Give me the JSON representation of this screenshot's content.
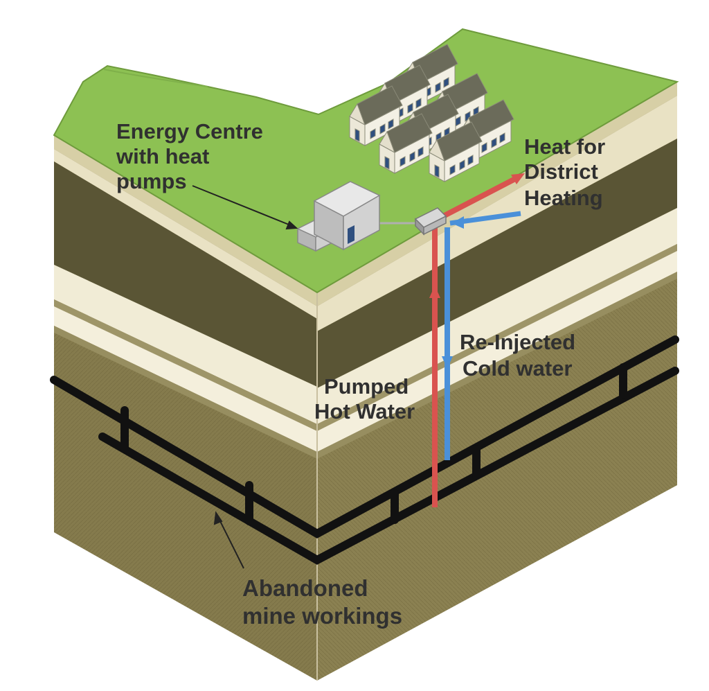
{
  "labels": {
    "energy_centre": [
      "Energy Centre",
      "with heat",
      "pumps"
    ],
    "heat_for": [
      "Heat for",
      "District",
      "Heating"
    ],
    "reinjected": [
      "Re-Injected",
      "Cold water"
    ],
    "pumped": [
      "Pumped",
      "Hot Water"
    ],
    "abandoned": [
      "Abandoned",
      "mine workings"
    ]
  },
  "colors": {
    "grass": "#8dc153",
    "hot_pipe": "#d9534f",
    "cold_pipe": "#4a90d9",
    "dark_layer": "#5a5535",
    "light_layer": "#efe8cf",
    "deep_rock": "#847a4c",
    "mine_tunnels": "#111111"
  },
  "icons": [
    "house-icon",
    "energy-centre-building-icon",
    "wellhead-icon"
  ]
}
